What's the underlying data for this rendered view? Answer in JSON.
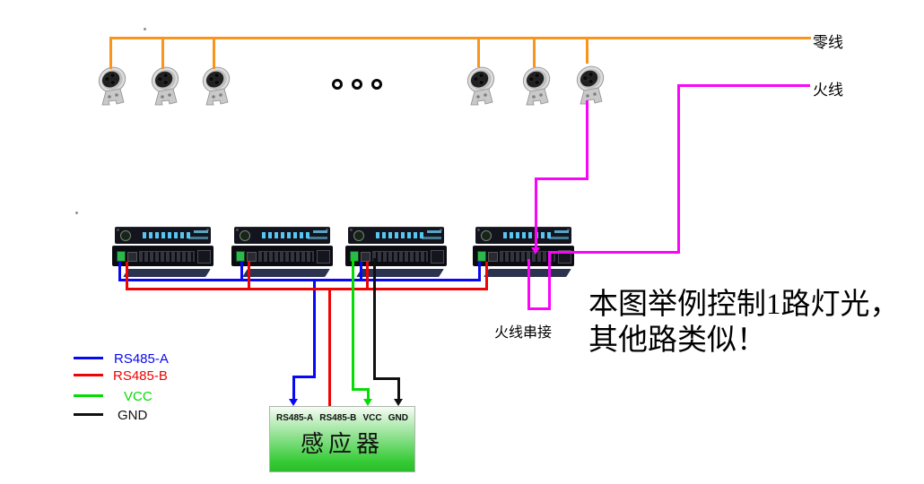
{
  "labels": {
    "neutral": "零线",
    "live": "火线",
    "live_series": "火线串接"
  },
  "note": {
    "line1": "本图举例控制1路灯光，",
    "line2": "其他路类似！"
  },
  "legend": {
    "items": [
      {
        "label": "RS485-A",
        "color": "#0808f2"
      },
      {
        "label": "RS485-B",
        "color": "#ee0404"
      },
      {
        "label": "VCC",
        "color": "#05dc05"
      },
      {
        "label": "GND",
        "color": "#101010"
      }
    ]
  },
  "sensor": {
    "title": "感应器",
    "terminals": [
      "RS485-A",
      "RS485-B",
      "VCC",
      "GND"
    ]
  },
  "wire_colors": {
    "neutral": "#f9941d",
    "live": "#fa05fa",
    "rs485_a": "#0808f2",
    "rs485_b": "#ee0404",
    "vcc": "#05dc05",
    "gnd": "#101010"
  }
}
